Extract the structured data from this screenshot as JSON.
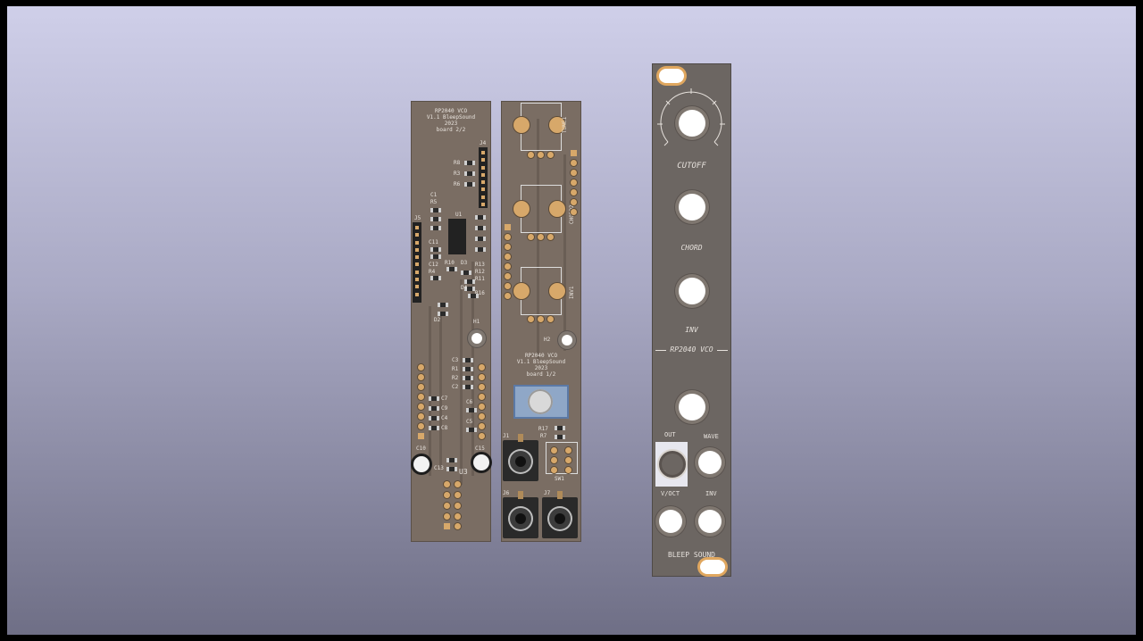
{
  "board2": {
    "title": "RP2040 VCO\nV1.1 BleepSound\n2023\nboard 2/2",
    "refs": {
      "j4": "J4",
      "j5": "J5",
      "r8": "R8",
      "r3": "R3",
      "r6": "R6",
      "c1": "C1",
      "r5": "R5",
      "u1": "U1",
      "c11": "C11",
      "c12": "C12",
      "r4": "R4",
      "r10": "R10",
      "d3": "D3",
      "r13": "R13",
      "r12": "R12",
      "r11": "R11",
      "r16": "R16",
      "d4": "D4",
      "d2": "D2",
      "h1": "H1",
      "c3": "C3",
      "r1": "R1",
      "r2": "R2",
      "c2": "C2",
      "c7": "C7",
      "c9": "C9",
      "c4": "C4",
      "c8": "C8",
      "c6": "C6",
      "c5": "C5",
      "c10": "C10",
      "c15": "C15",
      "c13": "C13",
      "u3": "U3"
    }
  },
  "board1": {
    "title": "RP2040 VCO\nV1.1 BleepSound\n2023\nboard 1/2",
    "refs": {
      "tune1": "TUNE1",
      "chord2": "CHORD2",
      "inv1": "INV1",
      "h2": "H2",
      "r17": "R17",
      "r7": "R7",
      "j1": "J1",
      "j6": "J6",
      "j7": "J7",
      "sw1": "SW1"
    }
  },
  "panel": {
    "labels": {
      "cutoff": "CUTOFF",
      "chord": "CHORD",
      "inv": "INV",
      "title": "RP2040 VCO",
      "out": "OUT",
      "wave": "WAVE",
      "voct": "V/OCT",
      "inv2": "INV",
      "brand": "BLEEP SOUND"
    }
  },
  "colors": {
    "background_top": "#cfcfe9",
    "background_bottom": "#6f6f86",
    "pcb": "#7a6d63",
    "panel": "#6c6662",
    "pad_gold": "#d7a86a"
  }
}
